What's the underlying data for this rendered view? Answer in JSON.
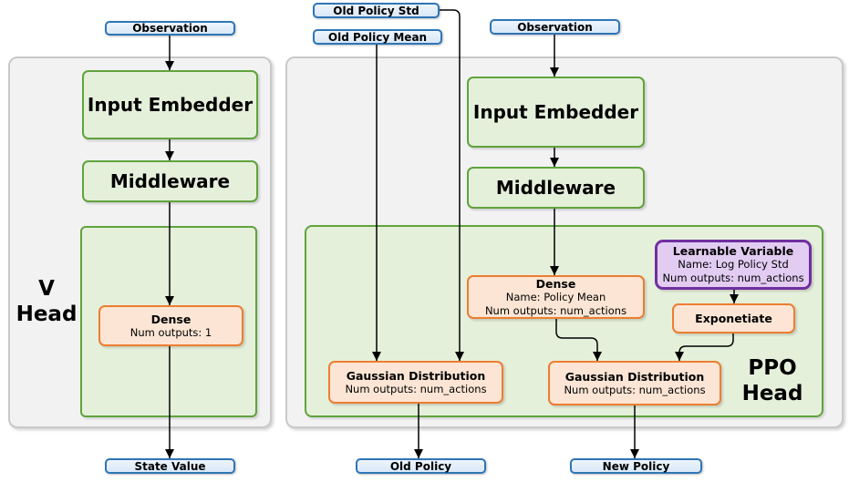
{
  "colors": {
    "blue_border": "#2e75b6",
    "blue_fill": "#d9e8f7",
    "green_border": "#60a33c",
    "green_fill": "#e5f0db",
    "orange_border": "#ed7d31",
    "orange_fill": "#fce5d4",
    "purple_border": "#7030a0",
    "purple_fill": "#e2ccf2",
    "panel_border": "#c9c9c9",
    "panel_fill": "#f2f2f3",
    "connector": "#000000"
  },
  "v_head": {
    "label_top": "V",
    "label_bottom": "Head",
    "observation": "Observation",
    "input_embedder": "Input Embedder",
    "middleware": "Middleware",
    "dense": {
      "title": "Dense",
      "outputs": "Num outputs: 1"
    },
    "output": "State Value"
  },
  "ppo_head": {
    "label_top": "PPO",
    "label_bottom": "Head",
    "old_policy_std": "Old Policy Std",
    "old_policy_mean": "Old Policy Mean",
    "observation": "Observation",
    "input_embedder": "Input Embedder",
    "middleware": "Middleware",
    "dense": {
      "title": "Dense",
      "name": "Name: Policy Mean",
      "outputs": "Num outputs: num_actions"
    },
    "learnable_variable": {
      "title": "Learnable Variable",
      "name": "Name: Log Policy Std",
      "outputs": "Num outputs: num_actions"
    },
    "exponentiate": "Exponetiate",
    "gaussian_old": {
      "title": "Gaussian Distribution",
      "outputs": "Num outputs: num_actions"
    },
    "gaussian_new": {
      "title": "Gaussian Distribution",
      "outputs": "Num outputs: num_actions"
    },
    "old_policy": "Old Policy",
    "new_policy": "New Policy"
  }
}
